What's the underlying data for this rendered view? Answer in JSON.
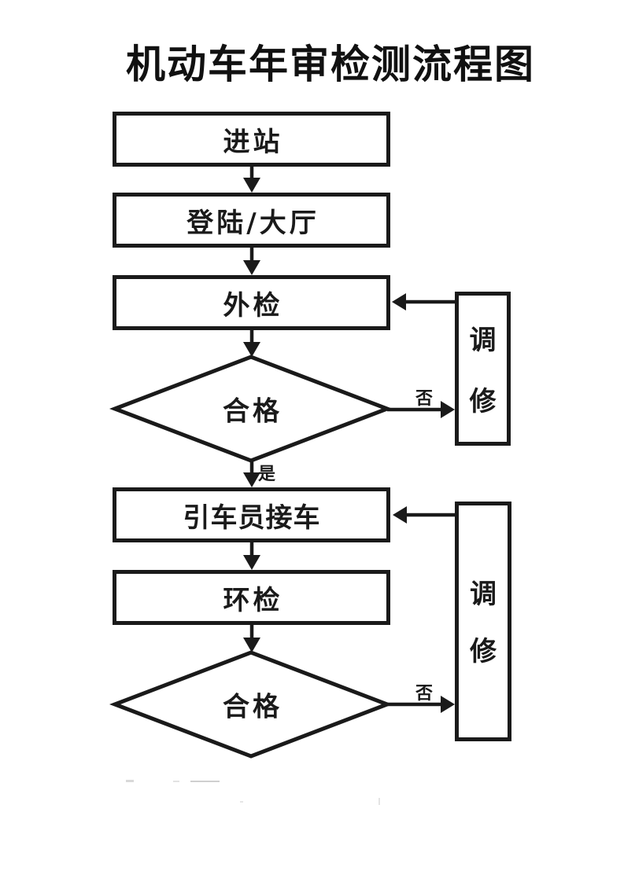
{
  "title": "机动车年审检测流程图",
  "colors": {
    "line": "#1a1a1a",
    "background": "#ffffff",
    "text": "#1a1a1a"
  },
  "flowchart": {
    "type": "flowchart",
    "nodes": {
      "enter_station": "进站",
      "login_hall": "登陆/大厅",
      "exterior_check": "外检",
      "pass_check_1": "合格",
      "repair_1": "调修",
      "driver_pickup": "引车员接车",
      "env_check": "环检",
      "pass_check_2": "合格",
      "repair_2": "调修"
    },
    "edges": [
      {
        "from": "enter_station",
        "to": "login_hall"
      },
      {
        "from": "login_hall",
        "to": "exterior_check"
      },
      {
        "from": "exterior_check",
        "to": "pass_check_1"
      },
      {
        "from": "pass_check_1",
        "to": "repair_1",
        "label": "否"
      },
      {
        "from": "repair_1",
        "to": "exterior_check"
      },
      {
        "from": "pass_check_1",
        "to": "driver_pickup",
        "label": "是"
      },
      {
        "from": "driver_pickup",
        "to": "env_check"
      },
      {
        "from": "env_check",
        "to": "pass_check_2"
      },
      {
        "from": "pass_check_2",
        "to": "repair_2",
        "label": "否"
      },
      {
        "from": "repair_2",
        "to": "driver_pickup"
      }
    ]
  }
}
